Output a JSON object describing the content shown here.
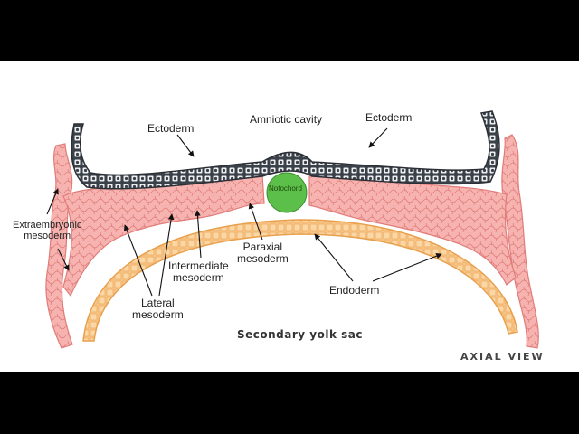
{
  "labels": {
    "ectoderm_left": "Ectoderm",
    "amniotic_cavity": "Amniotic cavity",
    "ectoderm_right": "Ectoderm",
    "extraembryonic_line1": "Extraembryonic",
    "extraembryonic_line2": "mesoderm",
    "notochord": "Notochord",
    "paraxial_line1": "Paraxial",
    "paraxial_line2": "mesoderm",
    "intermediate_line1": "Intermediate",
    "intermediate_line2": "mesoderm",
    "lateral_line1": "Lateral",
    "lateral_line2": "mesoderm",
    "endoderm": "Endoderm",
    "secondary_yolk_sac": "Secondary yolk sac",
    "view": "AXIAL VIEW"
  },
  "colors": {
    "ectoderm": "#3b4149",
    "mesoderm": "#f4a9a6",
    "mesoderm_outline": "#e07d7a",
    "endoderm": "#f7c27c",
    "endoderm_outline": "#e8a04c",
    "notochord": "#5cbf4a",
    "background": "#ffffff",
    "letterbox": "#000000"
  }
}
